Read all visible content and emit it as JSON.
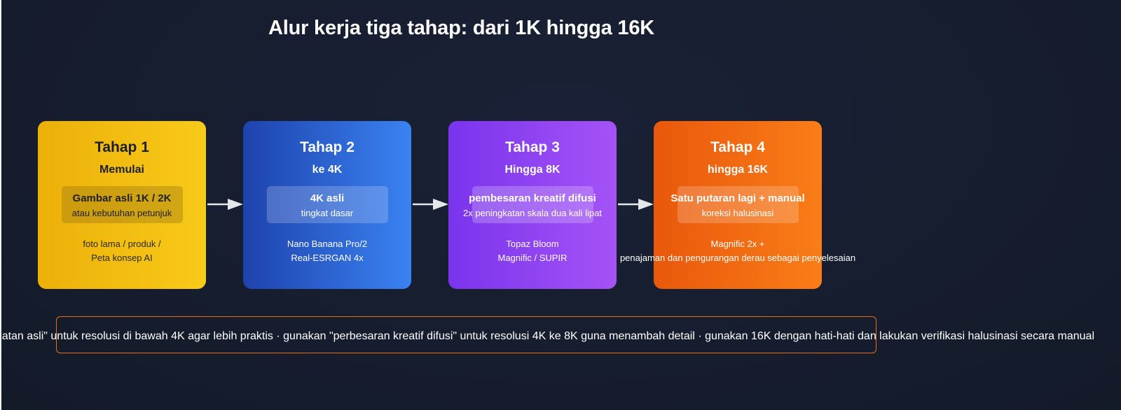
{
  "title": "Alur kerja tiga tahap: dari 1K hingga 16K",
  "colors": {
    "background": "#161d2e",
    "stage1": "#f5c116",
    "stage2": "#2f6fe0",
    "stage3": "#9347f2",
    "stage4": "#f26f12",
    "note_border": "#e86d1a"
  },
  "stages": [
    {
      "title": "Tahap 1",
      "subtitle": "Memulai",
      "box_title": "Gambar asli 1K / 2K",
      "box_note": "atau kebutuhan petunjuk",
      "footer_line1": "foto lama / produk /",
      "footer_line2": "Peta konsep AI"
    },
    {
      "title": "Tahap 2",
      "subtitle": "ke 4K",
      "box_title": "4K asli",
      "box_note": "tingkat dasar",
      "footer_line1": "Nano Banana Pro/2",
      "footer_line2": "Real-ESRGAN 4x"
    },
    {
      "title": "Tahap 3",
      "subtitle": "Hingga 8K",
      "box_title": "pembesaran kreatif difusi",
      "box_note": "2x peningkatan skala dua kali lipat",
      "footer_line1": "Topaz Bloom",
      "footer_line2": "Magnific / SUPIR"
    },
    {
      "title": "Tahap 4",
      "subtitle": "hingga 16K",
      "box_title": "Satu putaran lagi + manual",
      "box_note": "koreksi halusinasi",
      "footer_line1": "Magnific 2x +",
      "footer_line2": "penajaman dan pengurangan derau sebagai penyelesaian"
    }
  ],
  "arrows": [
    "arrow-right-icon",
    "arrow-right-icon",
    "arrow-right-icon"
  ],
  "note": "atan asli\" untuk resolusi di bawah 4K agar lebih praktis · gunakan \"perbesaran kreatif difusi\" untuk resolusi 4K ke 8K guna menambah detail · gunakan 16K dengan hati-hati dan lakukan verifikasi halusinasi secara manual"
}
